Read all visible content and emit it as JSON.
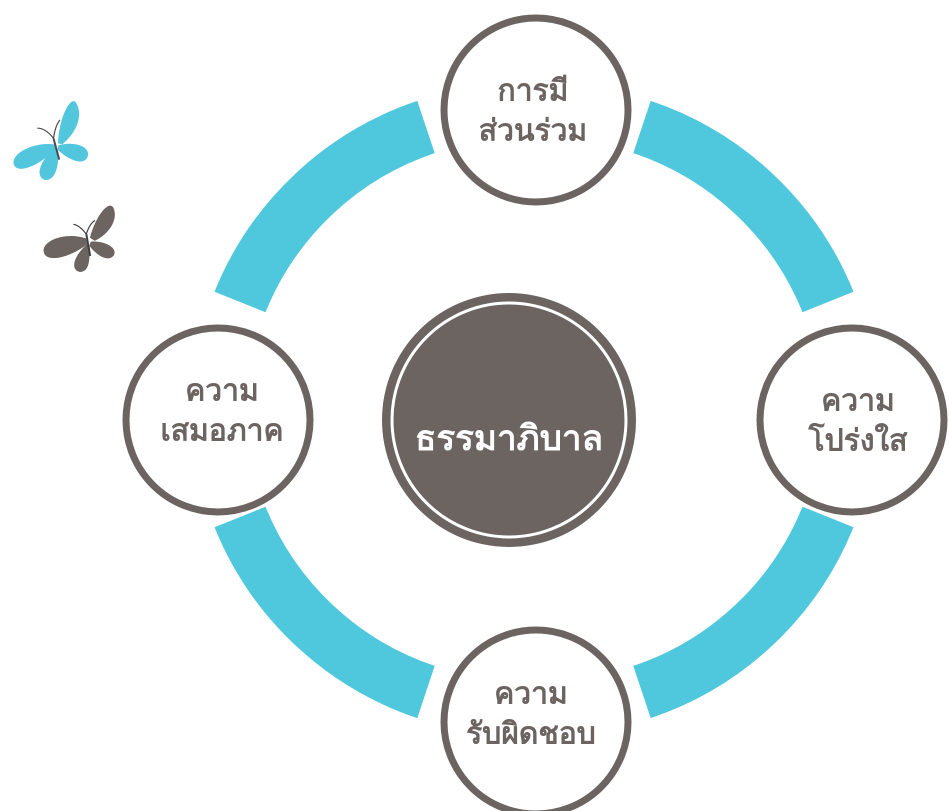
{
  "colors": {
    "ring": "#4fc7dc",
    "dark": "#6b6461",
    "node_fill": "#ffffff",
    "butterfly_blue": "#52c6dd",
    "butterfly_gray": "#6b6461"
  },
  "center": {
    "title": "ธรรมาภิบาล"
  },
  "nodes": {
    "top": {
      "line1": "การมี",
      "line2": "ส่วนร่วม"
    },
    "right": {
      "line1": "ความ",
      "line2": "โปร่งใส"
    },
    "bottom": {
      "line1": "ความ",
      "line2": "รับผิดชอบ"
    },
    "left": {
      "line1": "ความ",
      "line2": "เสมอภาค"
    }
  },
  "icons": {
    "butterfly_top": "butterfly-icon",
    "butterfly_bottom": "butterfly-icon"
  }
}
